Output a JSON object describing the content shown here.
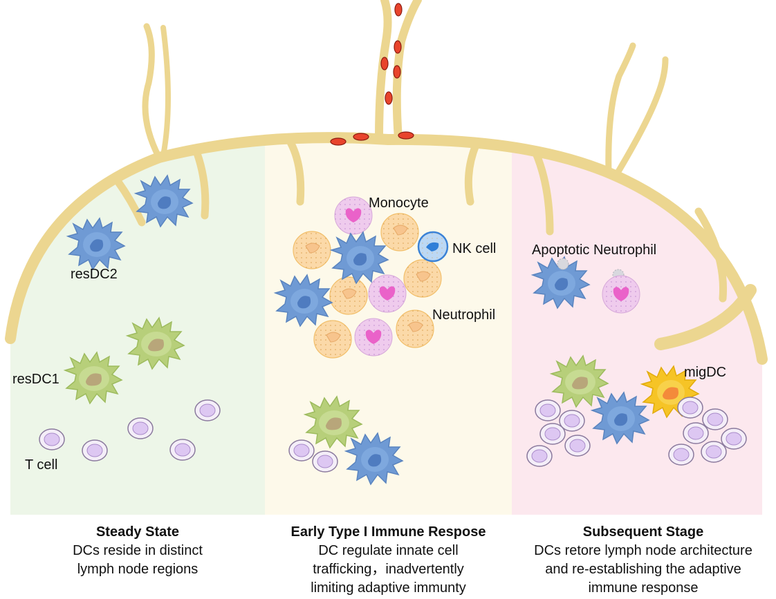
{
  "labels": {
    "monocyte": "Monocyte",
    "nk_cell": "NK cell",
    "neutrophil": "Neutrophil",
    "apoptotic_neutrophil": "Apoptotic Neutrophil",
    "resdc2": "resDC2",
    "resdc1": "resDC1",
    "t_cell": "T cell",
    "migdc": "migDC"
  },
  "panels": [
    {
      "title": "Steady State",
      "description": "DCs reside in distinct\nlymph node regions"
    },
    {
      "title": "Early Type I Immune Respose",
      "description": "DC regulate innate cell\ntrafficking，inadvertently\nlimiting adaptive immunty"
    },
    {
      "title": "Subsequent Stage",
      "description": "DCs retore lymph node architecture\nand re-establishing the adaptive\nimmune response"
    }
  ],
  "colors": {
    "steady_bg": "#edf6e8",
    "early_bg": "#fdf9ea",
    "subsequent_bg": "#fce8ee",
    "vessel": "#ecd690",
    "dc_blue": "#6f9ad4",
    "dc_green": "#b7cf7a",
    "migdc": "#f6c426",
    "neutrophil": "#fbd9a8",
    "monocyte": "#efcbed",
    "t_cell": "#ddc7f2"
  }
}
